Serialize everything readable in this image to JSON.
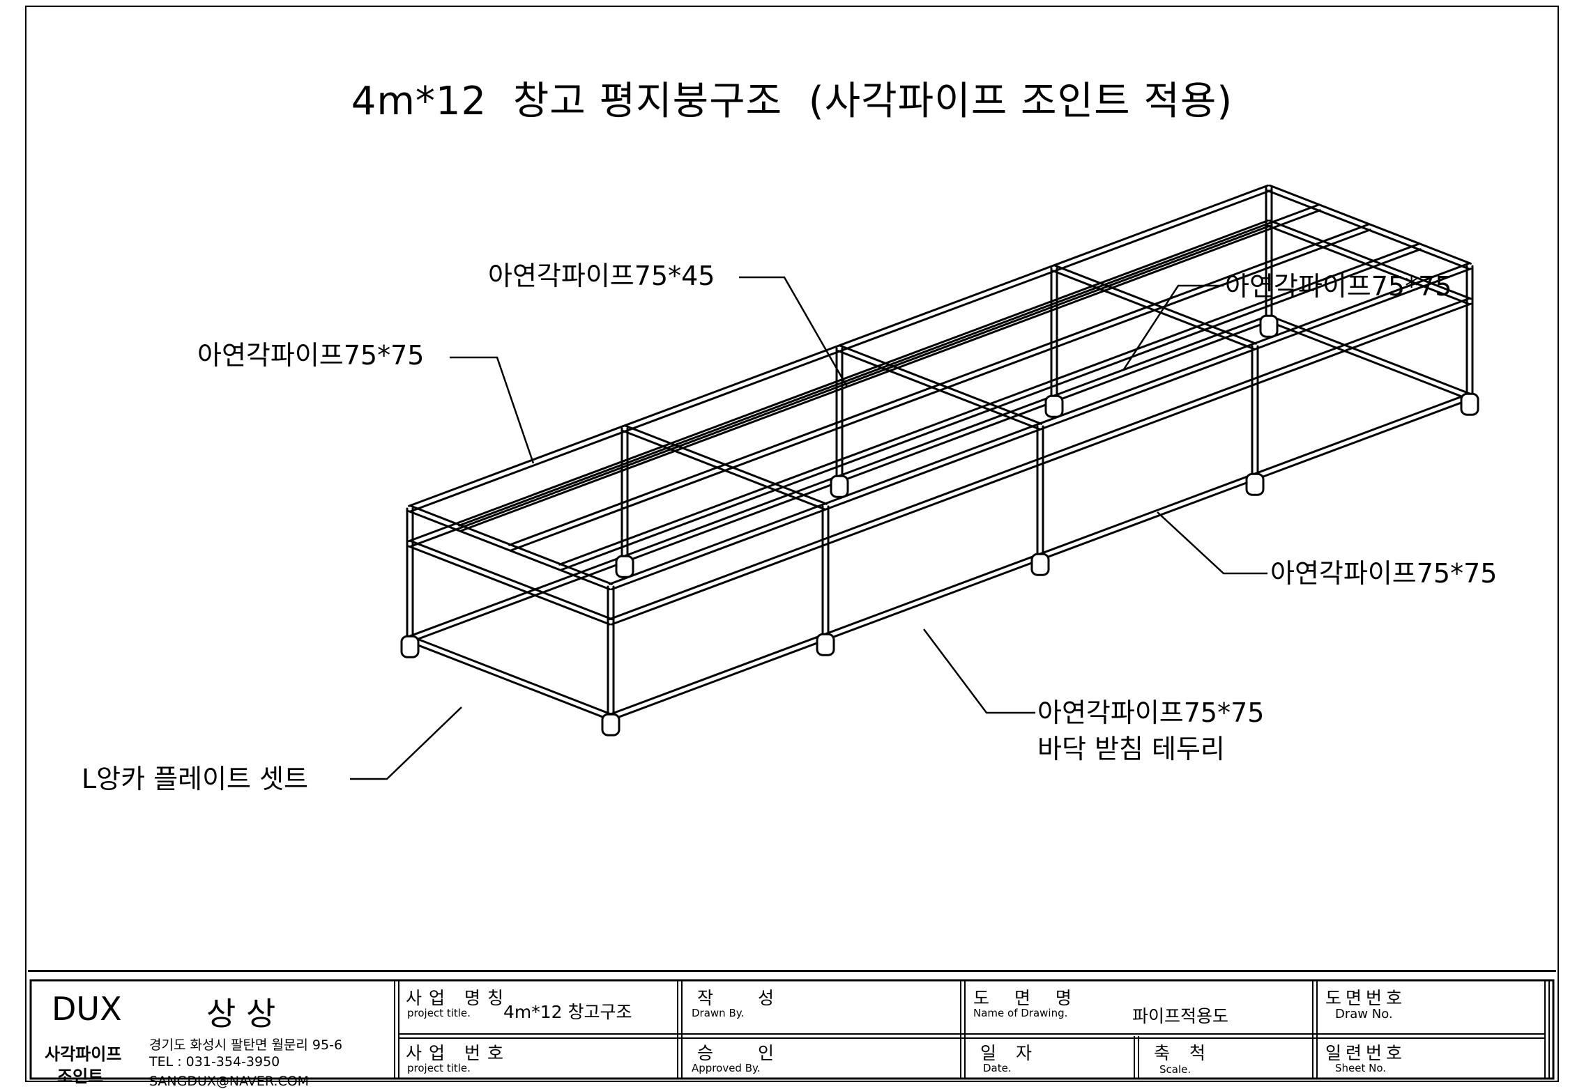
{
  "title": "4m*12  창고 평지붕구조  (사각파이프 조인트 적용)",
  "callouts": [
    {
      "id": "top-middle",
      "text": "아연각파이프75*45"
    },
    {
      "id": "top-right",
      "text": "아연각파이프75*75"
    },
    {
      "id": "top-left",
      "text": "아연각파이프75*75"
    },
    {
      "id": "right-middle",
      "text": "아연각파이프75*75"
    },
    {
      "id": "bottom-right",
      "line1": "아연각파이프75*75",
      "line2": "바닥 받침 테두리"
    },
    {
      "id": "bottom-left",
      "text": "L앙카 플레이트 셋트"
    }
  ],
  "company": {
    "brand": "DUX",
    "name": "상 상",
    "subtitle_line1": "사각파이프",
    "subtitle_line2": "조인트",
    "address": "경기도 화성시 팔탄면 월문리 95-6",
    "tel": "TEL : 031-354-3950",
    "email": "SANGDUX@NAVER.COM"
  },
  "title_block": {
    "project_name_label": "사업 명칭",
    "project_name_sub": "project title.",
    "project_name_value": "4m*12  창고구조",
    "project_no_label": "사업 번호",
    "project_no_sub": "project title.",
    "drawn_label": "작  성",
    "drawn_sub": "Drawn By.",
    "approved_label": "승  인",
    "approved_sub": "Approved By.",
    "drawing_name_label": "도 면 명",
    "drawing_name_sub": "Name of Drawing.",
    "drawing_name_value": "파이프적용도",
    "date_label": "일 자",
    "date_sub": "Date.",
    "scale_label": "축 척",
    "scale_sub": "Scale.",
    "drawing_no_label": "도면번호",
    "drawing_no_sub": "Draw No.",
    "sheet_no_label": "일련번호",
    "sheet_no_sub": "Sheet No."
  }
}
